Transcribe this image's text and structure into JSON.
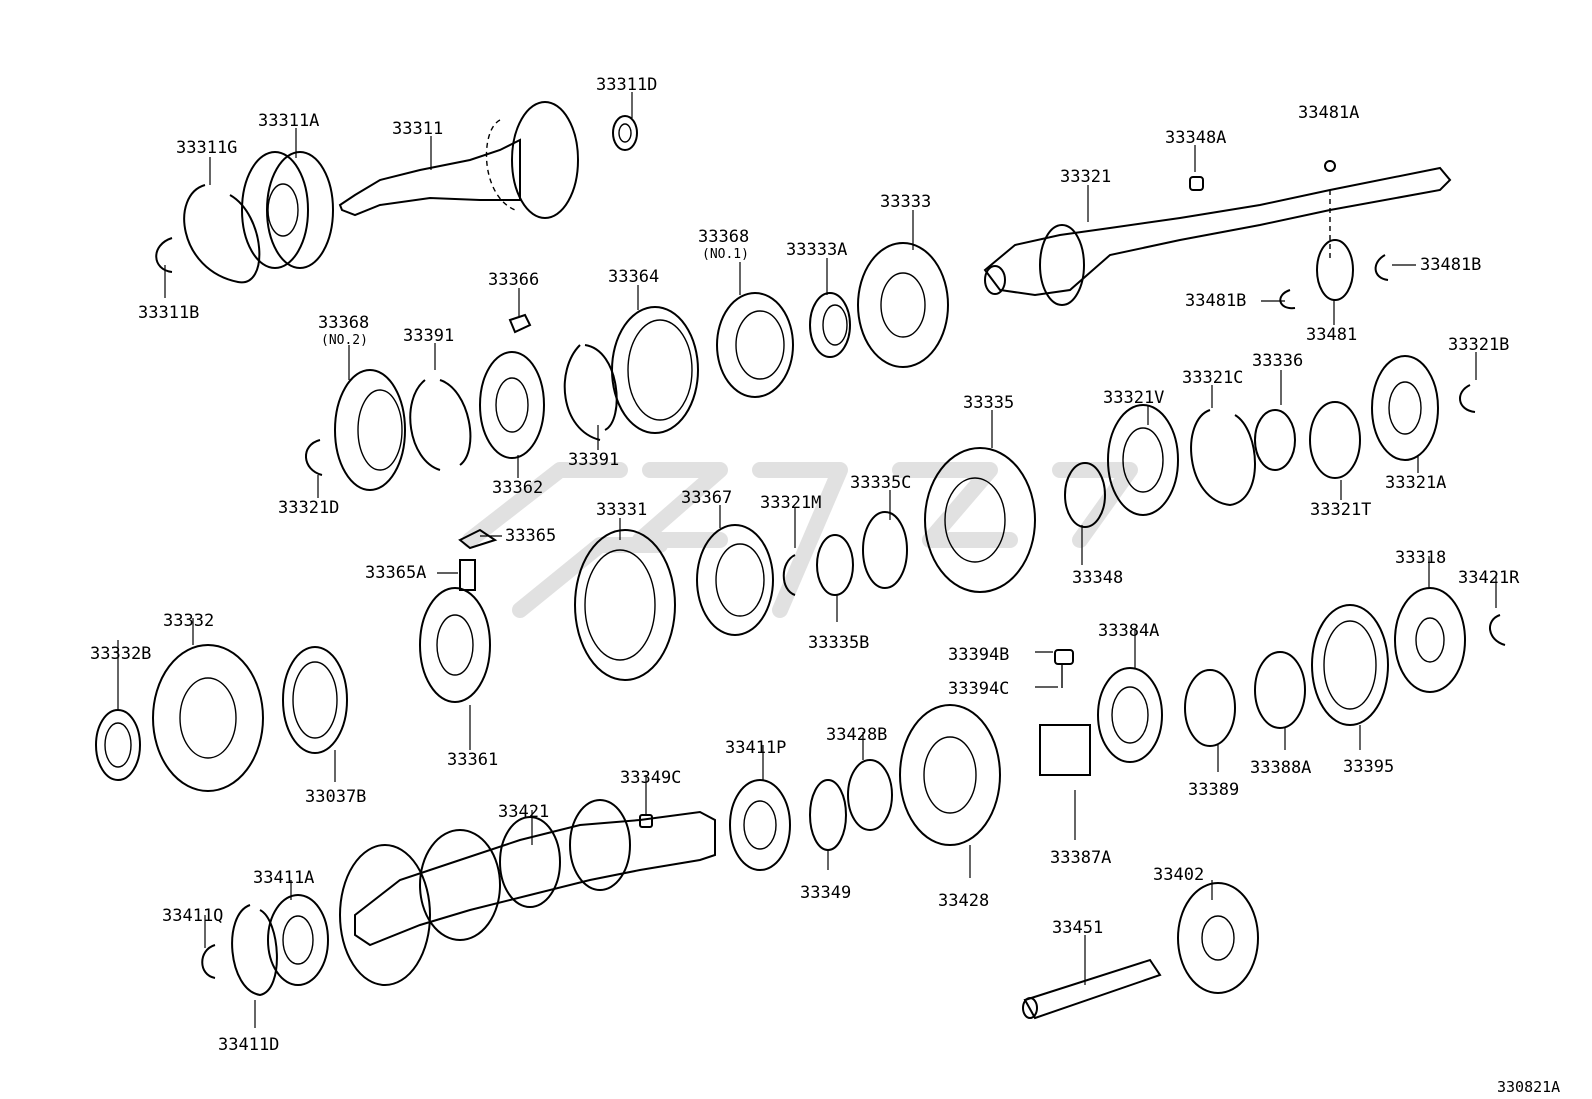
{
  "figure_id": "330821A",
  "note_no1": "(NO.1)",
  "note_no2": "(NO.2)",
  "part_labels": {
    "p33311D": "33311D",
    "p33311A": "33311A",
    "p33311": "33311",
    "p33311G": "33311G",
    "p33311B": "33311B",
    "p33348A": "33348A",
    "p33481A": "33481A",
    "p33321": "33321",
    "p33333": "33333",
    "p33368_1": "33368",
    "p33333A": "33333A",
    "p33366": "33366",
    "p33364": "33364",
    "p33368_2": "33368",
    "p33391_a": "33391",
    "p33481B_r": "33481B",
    "p33481B_l": "33481B",
    "p33481": "33481",
    "p33321B": "33321B",
    "p33336": "33336",
    "p33321C": "33321C",
    "p33321V": "33321V",
    "p33335": "33335",
    "p33362": "33362",
    "p33391_b": "33391",
    "p33321D": "33321D",
    "p33321A": "33321A",
    "p33321T": "33321T",
    "p33331": "33331",
    "p33367": "33367",
    "p33321M": "33321M",
    "p33335C": "33335C",
    "p33365": "33365",
    "p33365A": "33365A",
    "p33348": "33348",
    "p33318": "33318",
    "p33421R": "33421R",
    "p33332": "33332",
    "p33332B": "33332B",
    "p33335B": "33335B",
    "p33394B": "33394B",
    "p33384A": "33384A",
    "p33394C": "33394C",
    "p33361": "33361",
    "p33037B": "33037B",
    "p33411P": "33411P",
    "p33428B": "33428B",
    "p33349C": "33349C",
    "p33389": "33389",
    "p33388A": "33388A",
    "p33395": "33395",
    "p33421": "33421",
    "p33387A": "33387A",
    "p33349": "33349",
    "p33428": "33428",
    "p33402": "33402",
    "p33411A": "33411A",
    "p33451": "33451",
    "p33411Q": "33411Q",
    "p33411D": "33411D"
  }
}
